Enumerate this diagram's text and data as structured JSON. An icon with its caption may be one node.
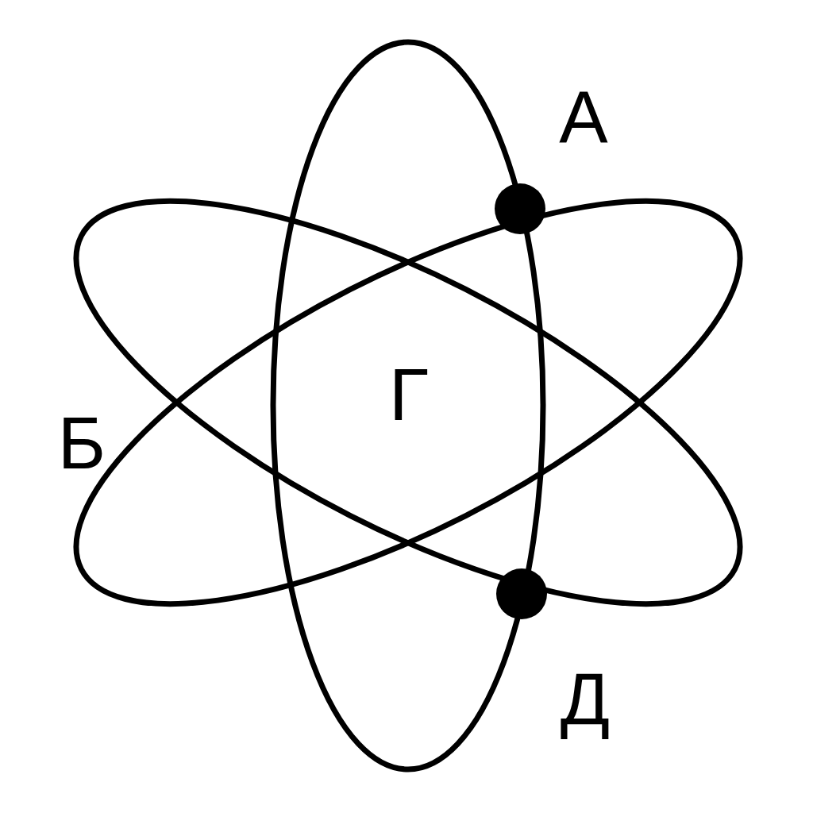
{
  "diagram": {
    "labels": [
      "А",
      "Б",
      "Г",
      "Д"
    ]
  }
}
